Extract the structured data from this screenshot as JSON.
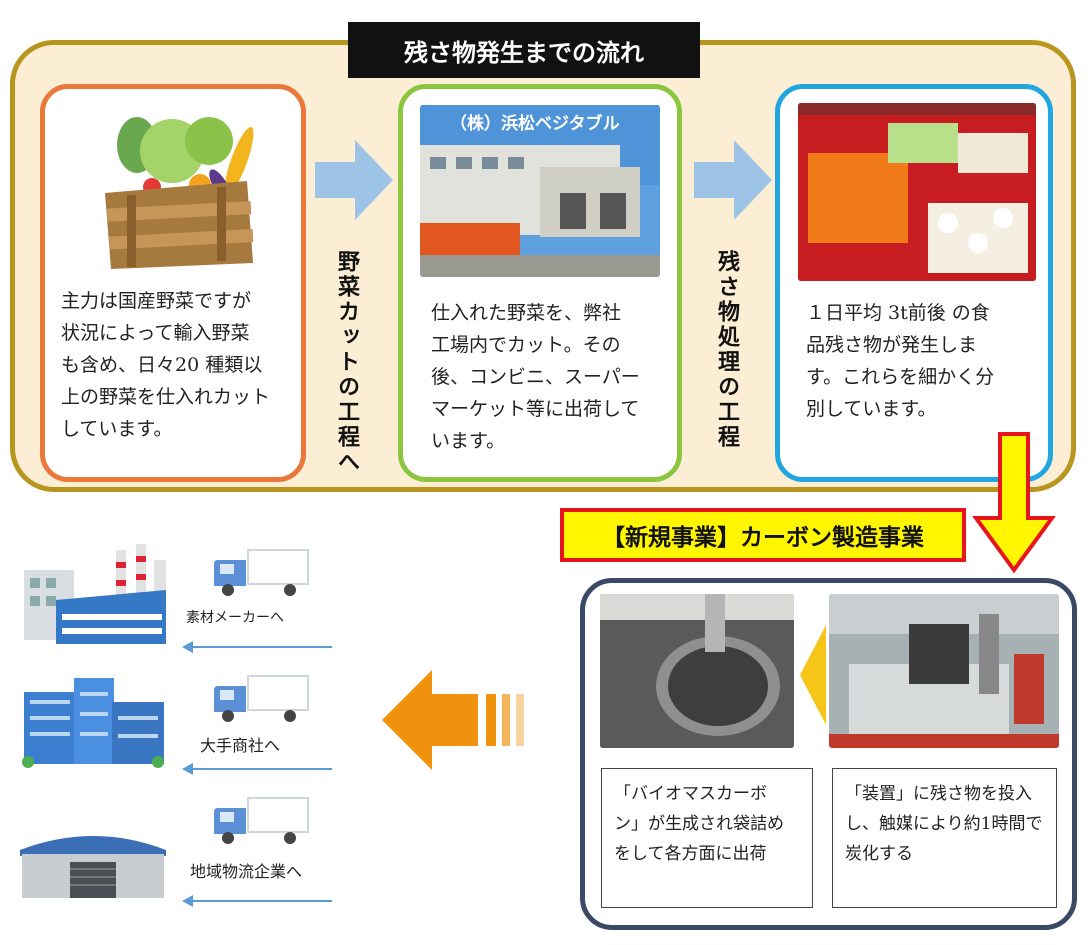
{
  "title": "残さ物発生までの流れ",
  "cards": [
    {
      "text": "主力は国産野菜ですが\n状況によって輸入野菜\nも含め、日々20 種類以\n上の野菜を仕入れカット\nしています。"
    },
    {
      "photo_label": "（株）浜松ベジタブル",
      "text": "仕入れた野菜を、弊社\n工場内でカット。その\n後、コンビニ、スーパー\nマーケット等に出荷して\nいます。"
    },
    {
      "text": "１日平均 3t前後 の食\n品残さ物が発生しま\nす。これらを細かく分\n別しています。"
    }
  ],
  "step_labels": [
    "野菜カットの工程へ",
    "残さ物処理の工程"
  ],
  "new_business": "【新規事業】カーボン製造事業",
  "process_boxes": [
    {
      "text": "「バイオマスカーボ\nン」が生成され袋詰め\nをして各方面に出荷"
    },
    {
      "text": "「装置」に残さ物を投入\nし、触媒により約1時間で\n炭化する"
    }
  ],
  "destinations": [
    {
      "label": "素材メーカーへ",
      "icon": "factory-icon"
    },
    {
      "label": "大手商社へ",
      "icon": "office-building-icon"
    },
    {
      "label": "地域物流企業へ",
      "icon": "warehouse-icon"
    }
  ],
  "colors": {
    "frame_fill": "#fbeed5",
    "frame_border": "#b8951e",
    "card1_border": "#e9783a",
    "card2_border": "#8cc63f",
    "card3_border": "#22a6e0",
    "flow_arrow": "#9dc3e6",
    "down_arrow_fill": "#fff600",
    "down_arrow_border": "#e8141c",
    "big_arrow": "#f0920e",
    "bottom_frame_border": "#3a4a66",
    "dest_arrow": "#5b9bd5"
  }
}
